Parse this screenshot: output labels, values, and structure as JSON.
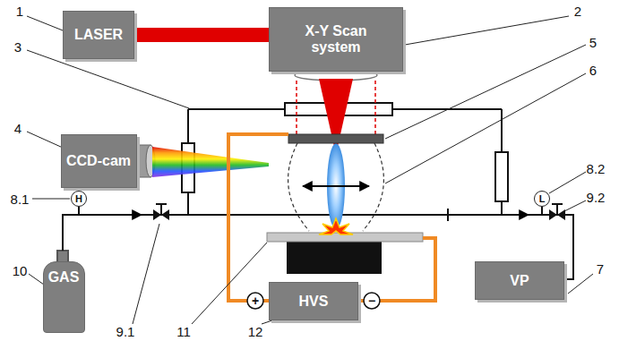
{
  "diagram": {
    "nodes": [
      {
        "text": [
          "LASER"
        ]
      },
      {
        "text": [
          "X-Y Scan system"
        ]
      },
      {
        "text": [
          "CCD-cam"
        ]
      },
      {
        "text": [
          "H"
        ]
      },
      {
        "text": [
          "GAS"
        ]
      },
      {
        "text": [
          "L"
        ]
      },
      {
        "text": [
          "HVS"
        ]
      },
      {
        "text": [
          "VP"
        ]
      }
    ],
    "edges": [
      {
        "from": 0,
        "to": 1,
        "arrow": "none"
      }
    ],
    "labels": [
      "1",
      "2",
      "3",
      "4",
      "5",
      "6",
      "7",
      "8.1",
      "8.2",
      "9.1",
      "9.2",
      "10",
      "11",
      "12",
      "+",
      "−"
    ]
  }
}
